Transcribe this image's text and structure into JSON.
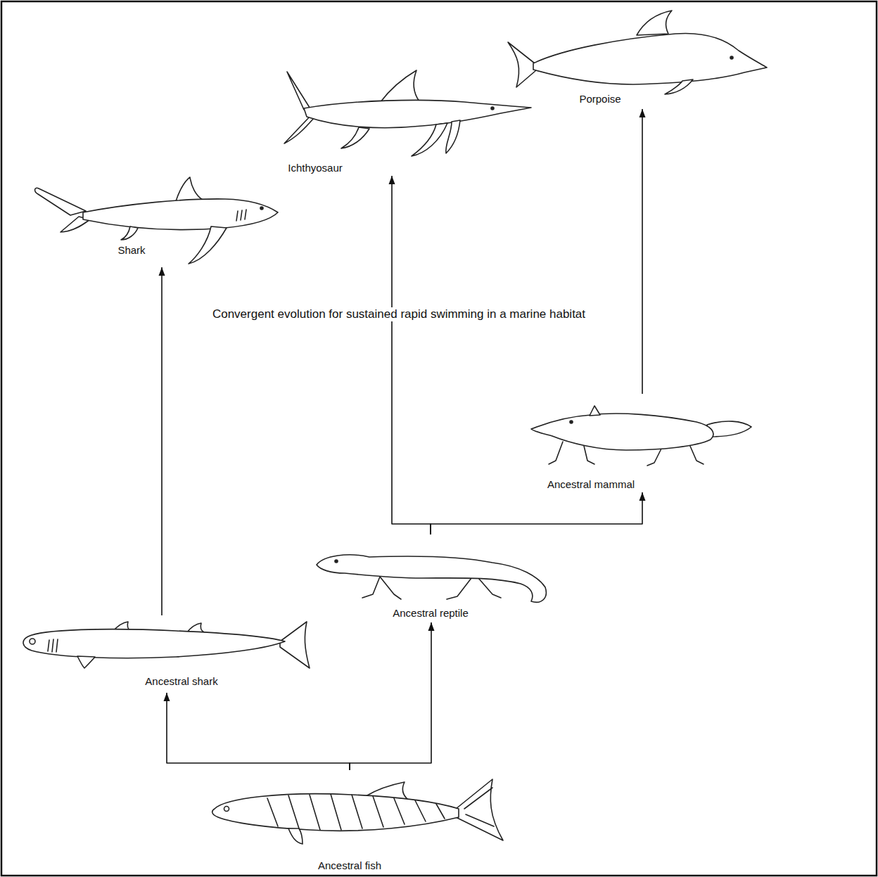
{
  "diagram": {
    "nodes": [
      {
        "text": [
          "Porpoise"
        ]
      },
      {
        "text": [
          "Ichthyosaur"
        ]
      },
      {
        "text": [
          "Shark"
        ]
      },
      {
        "text": [
          "Ancestral mammal"
        ]
      },
      {
        "text": [
          "Ancestral reptile"
        ]
      },
      {
        "text": [
          "Ancestral shark"
        ]
      },
      {
        "text": [
          "Ancestral fish"
        ]
      }
    ],
    "edges": [
      {
        "from": 6,
        "to": 5,
        "arrow": "to"
      },
      {
        "from": 6,
        "to": 4,
        "arrow": "to"
      },
      {
        "from": 5,
        "to": 2,
        "arrow": "to"
      },
      {
        "from": 4,
        "to": 1,
        "arrow": "to"
      },
      {
        "from": 4,
        "to": 3,
        "arrow": "to"
      },
      {
        "from": 3,
        "to": 0,
        "arrow": "to"
      }
    ],
    "labels": [
      "Convergent evolution for sustained rapid swimming in a marine habitat"
    ]
  }
}
